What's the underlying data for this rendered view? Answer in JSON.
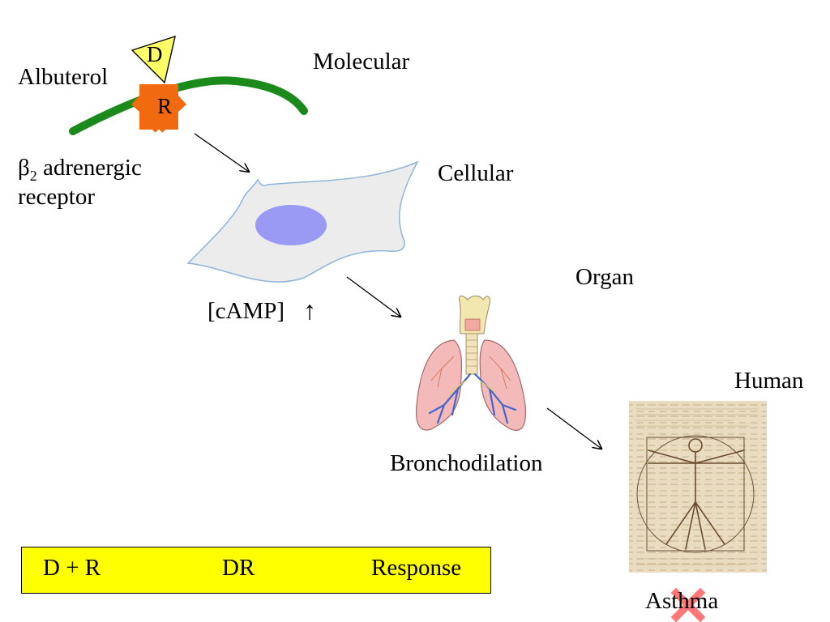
{
  "levels": {
    "molecular": "Molecular",
    "cellular": "Cellular",
    "organ": "Organ",
    "human": "Human"
  },
  "molecule": {
    "drug_name": "Albuterol",
    "drug_symbol": "D",
    "receptor_symbol": "R",
    "receptor_prefix": "β",
    "receptor_subscript": "2",
    "receptor_line1_rest": " adrenergic",
    "receptor_line2": "receptor"
  },
  "cell": {
    "messenger": "[cAMP]",
    "change_arrow": "↑"
  },
  "organ": {
    "effect": "Bronchodilation"
  },
  "human": {
    "condition": "Asthma"
  },
  "equation": {
    "left": "D + R",
    "middle": "DR",
    "right": "Response"
  },
  "colors": {
    "membrane": "#1a8a1a",
    "receptor": "#f26a10",
    "drug": "#ffff66",
    "cell_fill": "#ececec",
    "cell_outline": "#8fb4d8",
    "nucleus": "#9a9af5",
    "equation_box": "#ffff00",
    "cross": "#ff6060"
  }
}
